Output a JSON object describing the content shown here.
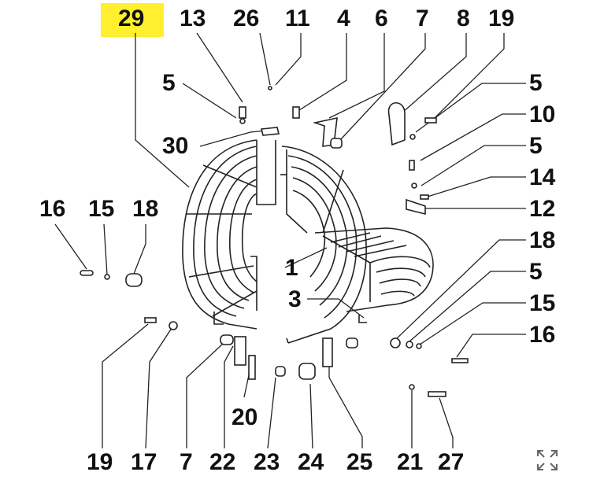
{
  "diagram": {
    "highlight_color": "#ffef2e",
    "ink_color": "#111111",
    "highlighted_part": "29",
    "callouts": [
      {
        "id": "c29",
        "text": "29"
      },
      {
        "id": "c13",
        "text": "13"
      },
      {
        "id": "c26",
        "text": "26"
      },
      {
        "id": "c11",
        "text": "11"
      },
      {
        "id": "c4",
        "text": "4"
      },
      {
        "id": "c6",
        "text": "6"
      },
      {
        "id": "c7a",
        "text": "7"
      },
      {
        "id": "c8",
        "text": "8"
      },
      {
        "id": "c19a",
        "text": "19"
      },
      {
        "id": "c5a",
        "text": "5"
      },
      {
        "id": "c5b",
        "text": "5"
      },
      {
        "id": "c10",
        "text": "10"
      },
      {
        "id": "c30",
        "text": "30"
      },
      {
        "id": "c5c",
        "text": "5"
      },
      {
        "id": "c14",
        "text": "14"
      },
      {
        "id": "c12",
        "text": "12"
      },
      {
        "id": "c16a",
        "text": "16"
      },
      {
        "id": "c15a",
        "text": "15"
      },
      {
        "id": "c18a",
        "text": "18"
      },
      {
        "id": "c18b",
        "text": "18"
      },
      {
        "id": "c1",
        "text": "1"
      },
      {
        "id": "c5d",
        "text": "5"
      },
      {
        "id": "c3",
        "text": "3"
      },
      {
        "id": "c15b",
        "text": "15"
      },
      {
        "id": "c16b",
        "text": "16"
      },
      {
        "id": "c20",
        "text": "20"
      },
      {
        "id": "c19b",
        "text": "19"
      },
      {
        "id": "c17",
        "text": "17"
      },
      {
        "id": "c7b",
        "text": "7"
      },
      {
        "id": "c22",
        "text": "22"
      },
      {
        "id": "c23",
        "text": "23"
      },
      {
        "id": "c24",
        "text": "24"
      },
      {
        "id": "c25",
        "text": "25"
      },
      {
        "id": "c21",
        "text": "21"
      },
      {
        "id": "c27",
        "text": "27"
      }
    ]
  },
  "controls": {
    "expand_icon": "expand-icon"
  }
}
